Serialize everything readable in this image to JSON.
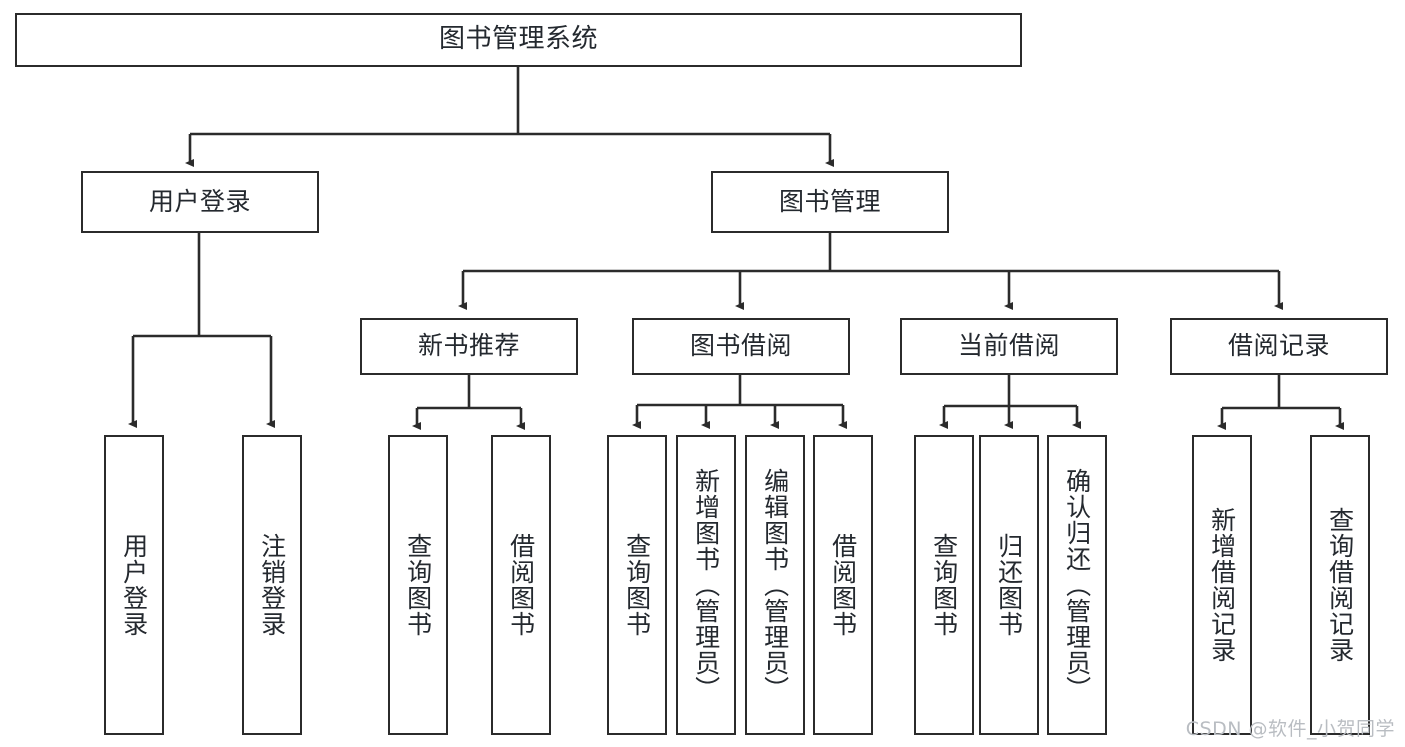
{
  "diagram": {
    "title": "图书管理系统",
    "type": "tree",
    "levels": 4,
    "nodes": {
      "root": {
        "label": "图书管理系统"
      },
      "level2": [
        {
          "id": "user-login",
          "label": "用户登录"
        },
        {
          "id": "book-management",
          "label": "图书管理"
        }
      ],
      "level3": [
        {
          "id": "new-book-recommend",
          "label": "新书推荐",
          "parent": "book-management"
        },
        {
          "id": "book-borrow",
          "label": "图书借阅",
          "parent": "book-management"
        },
        {
          "id": "current-borrow",
          "label": "当前借阅",
          "parent": "book-management"
        },
        {
          "id": "borrow-record",
          "label": "借阅记录",
          "parent": "book-management"
        }
      ],
      "leaves": [
        {
          "id": "leaf-user-login",
          "label": "用户登录",
          "parent": "user-login"
        },
        {
          "id": "leaf-logout",
          "label": "注销登录",
          "parent": "user-login"
        },
        {
          "id": "leaf-query-book-1",
          "label": "查询图书",
          "parent": "new-book-recommend"
        },
        {
          "id": "leaf-borrow-book-1",
          "label": "借阅图书",
          "parent": "new-book-recommend"
        },
        {
          "id": "leaf-query-book-2",
          "label": "查询图书",
          "parent": "book-borrow"
        },
        {
          "id": "leaf-add-book",
          "label": "新增图书（管理员）",
          "parent": "book-borrow"
        },
        {
          "id": "leaf-edit-book",
          "label": "编辑图书（管理员）",
          "parent": "book-borrow"
        },
        {
          "id": "leaf-borrow-book-2",
          "label": "借阅图书",
          "parent": "book-borrow"
        },
        {
          "id": "leaf-query-book-3",
          "label": "查询图书",
          "parent": "current-borrow"
        },
        {
          "id": "leaf-return-book",
          "label": "归还图书",
          "parent": "current-borrow"
        },
        {
          "id": "leaf-confirm-return",
          "label": "确认归还（管理员）",
          "parent": "current-borrow"
        },
        {
          "id": "leaf-add-record",
          "label": "新增借阅记录",
          "parent": "borrow-record"
        },
        {
          "id": "leaf-query-record",
          "label": "查询借阅记录",
          "parent": "borrow-record"
        }
      ]
    },
    "colors": {
      "stroke": "#2b2b2b",
      "fill": "#ffffff",
      "text": "#24292f",
      "watermark": "#b9bdc2"
    }
  },
  "watermark": {
    "text": "CSDN @软件_小贺同学"
  }
}
